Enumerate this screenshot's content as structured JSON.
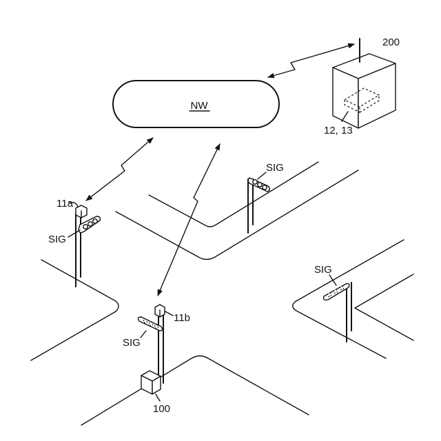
{
  "network": {
    "label": "NW"
  },
  "server": {
    "label": "200",
    "storage_label": "12, 13"
  },
  "sensors": [
    {
      "label": "11a"
    },
    {
      "label": "11b"
    }
  ],
  "controller": {
    "label": "100"
  },
  "signals": [
    {
      "label": "SIG"
    },
    {
      "label": "SIG"
    },
    {
      "label": "SIG"
    },
    {
      "label": "SIG"
    }
  ]
}
